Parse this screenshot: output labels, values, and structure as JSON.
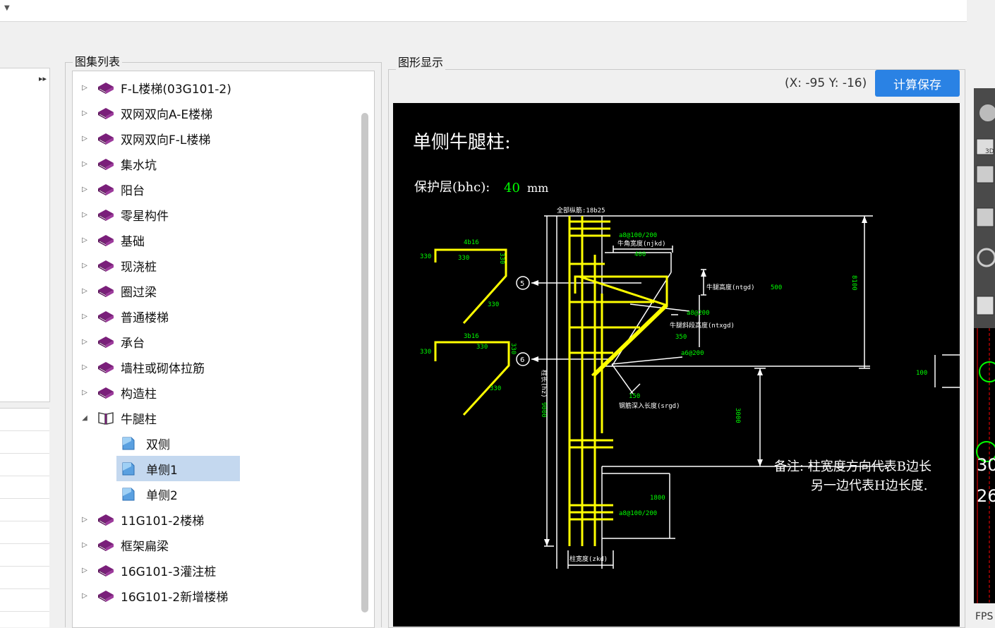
{
  "gallery": {
    "title": "图集列表",
    "items": [
      {
        "label": "F-L楼梯(03G101-2)",
        "expander": "▷"
      },
      {
        "label": "双网双向A-E楼梯",
        "expander": "▷"
      },
      {
        "label": "双网双向F-L楼梯",
        "expander": "▷"
      },
      {
        "label": "集水坑",
        "expander": "▷"
      },
      {
        "label": "阳台",
        "expander": "▷"
      },
      {
        "label": "零星构件",
        "expander": "▷"
      },
      {
        "label": "基础",
        "expander": "▷"
      },
      {
        "label": "现浇桩",
        "expander": "▷"
      },
      {
        "label": "圈过梁",
        "expander": "▷"
      },
      {
        "label": "普通楼梯",
        "expander": "▷"
      },
      {
        "label": "承台",
        "expander": "▷"
      },
      {
        "label": "墙柱或砌体拉筋",
        "expander": "▷"
      },
      {
        "label": "构造柱",
        "expander": "▷"
      },
      {
        "label": "牛腿柱",
        "expander": "◢"
      },
      {
        "label": "11G101-2楼梯",
        "expander": "▷"
      },
      {
        "label": "框架扁梁",
        "expander": "▷"
      },
      {
        "label": "16G101-3灌注桩",
        "expander": "▷"
      },
      {
        "label": "16G101-2新增楼梯",
        "expander": "▷"
      }
    ],
    "children": [
      {
        "label": "双侧"
      },
      {
        "label": "单侧1",
        "selected": true
      },
      {
        "label": "单侧2"
      }
    ]
  },
  "graphic": {
    "title": "图形显示",
    "coords": "(X: -95 Y: -16)",
    "calc_button": "计算保存"
  },
  "drawing": {
    "heading": "单侧牛腿柱:",
    "cover_label": "保护层(bhc):",
    "cover_value": "40",
    "cover_unit": "mm",
    "all_bars": "全部纵筋:18b25",
    "stirrup_top": "a8@100/200",
    "corbel_width": "牛角宽度(njkd)",
    "corbel_width_val": "400",
    "corbel_height": "牛腿高度(ntgd)",
    "corbel_height_val": "500",
    "total_height": "8100",
    "stirrup_corbel": "a8@200",
    "slope_height": "牛腿斜段高度(ntxgd)",
    "slope_height_val": "350",
    "stirrup_b": "a6@200",
    "anchor_len": "钢筋深入长度(srgd)",
    "anchor_val": "150",
    "col_height_label": "柱长(hz)",
    "col_height_val": "9000",
    "lower_height": "3000",
    "bar_top_label": "4b16",
    "bar_top_d1": "330",
    "bar_top_d2": "330",
    "bar_top_d3": "330",
    "bar_top_d4": "330",
    "bar_bot_label": "3b16",
    "bar_bot_d1": "330",
    "bar_bot_d2": "330",
    "bar_bot_d3": "330",
    "bar_bot_d4": "330",
    "mark_a": "5",
    "mark_b": "6",
    "note_line1": "备注: 柱宽度方向代表B边长",
    "note_line2": "另一边代表H边长度.",
    "dim_1800": "1800",
    "stirrup_bottom": "a8@100/200",
    "col_width": "柱宽度(zkd)",
    "dim_100": "100"
  },
  "right_strip": {
    "fps": "FPS",
    "label_3d": "3D",
    "num1": "30",
    "num2": "26"
  },
  "colors": {
    "accent": "#2a82e4",
    "selection": "#c4d8ef",
    "rebar": "#ffff00",
    "dim_text": "#00ff00",
    "book": "#7a1f7a"
  }
}
